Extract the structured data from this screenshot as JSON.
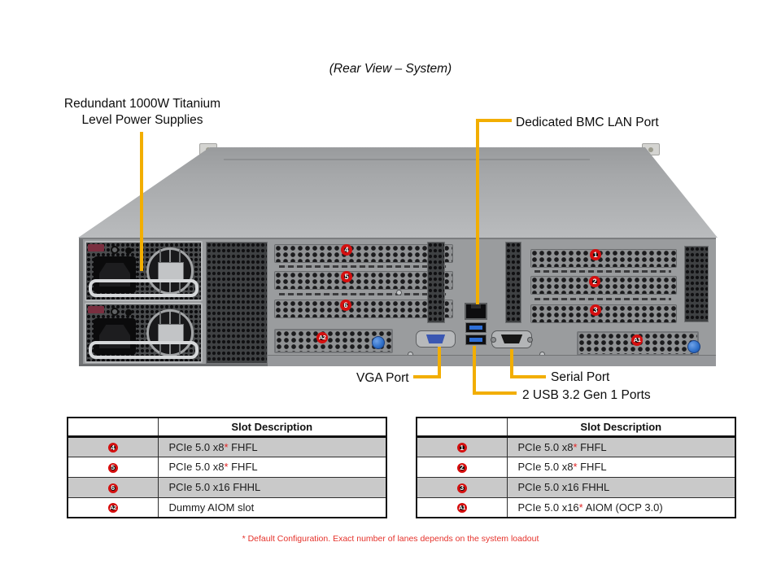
{
  "title": "(Rear View – System)",
  "labels": {
    "psu_line1": "Redundant 1000W Titanium",
    "psu_line2": "Level Power Supplies",
    "bmc": "Dedicated BMC LAN Port",
    "vga": "VGA Port",
    "serial": "Serial Port",
    "usb": "2 USB 3.2 Gen 1 Ports"
  },
  "diagram_badges": [
    "4",
    "5",
    "6",
    "A2",
    "1",
    "2",
    "3",
    "A1"
  ],
  "tables": [
    {
      "header": "Slot Description",
      "rows": [
        {
          "badge": "4",
          "pre": "PCIe 5.0 x8",
          "star": "*",
          "post": " FHFL",
          "shaded": true
        },
        {
          "badge": "5",
          "pre": "PCIe 5.0 x8",
          "star": "*",
          "post": " FHFL",
          "shaded": false
        },
        {
          "badge": "6",
          "pre": "PCIe 5.0 x16 FHHL",
          "star": "",
          "post": "",
          "shaded": true
        },
        {
          "badge": "A2",
          "pre": "Dummy AIOM slot",
          "star": "",
          "post": "",
          "shaded": false
        }
      ]
    },
    {
      "header": "Slot Description",
      "rows": [
        {
          "badge": "1",
          "pre": "PCIe 5.0 x8",
          "star": "*",
          "post": " FHFL",
          "shaded": true
        },
        {
          "badge": "2",
          "pre": "PCIe 5.0 x8",
          "star": "*",
          "post": " FHFL",
          "shaded": false
        },
        {
          "badge": "3",
          "pre": "PCIe 5.0 x16 FHHL",
          "star": "",
          "post": "",
          "shaded": true
        },
        {
          "badge": "A1",
          "pre": "PCIe 5.0 x16",
          "star": "*",
          "post": " AIOM (OCP 3.0)",
          "shaded": false
        }
      ]
    }
  ],
  "footnote": "* Default Configuration. Exact number of lanes depends on the system loadout",
  "colors": {
    "callout_yellow": "#F2AE00",
    "badge_ring_red": "#D41010",
    "badge_fill": "#0A0A0A",
    "note_red": "#E5322B",
    "table_row_gray": "#C9C9C9"
  }
}
